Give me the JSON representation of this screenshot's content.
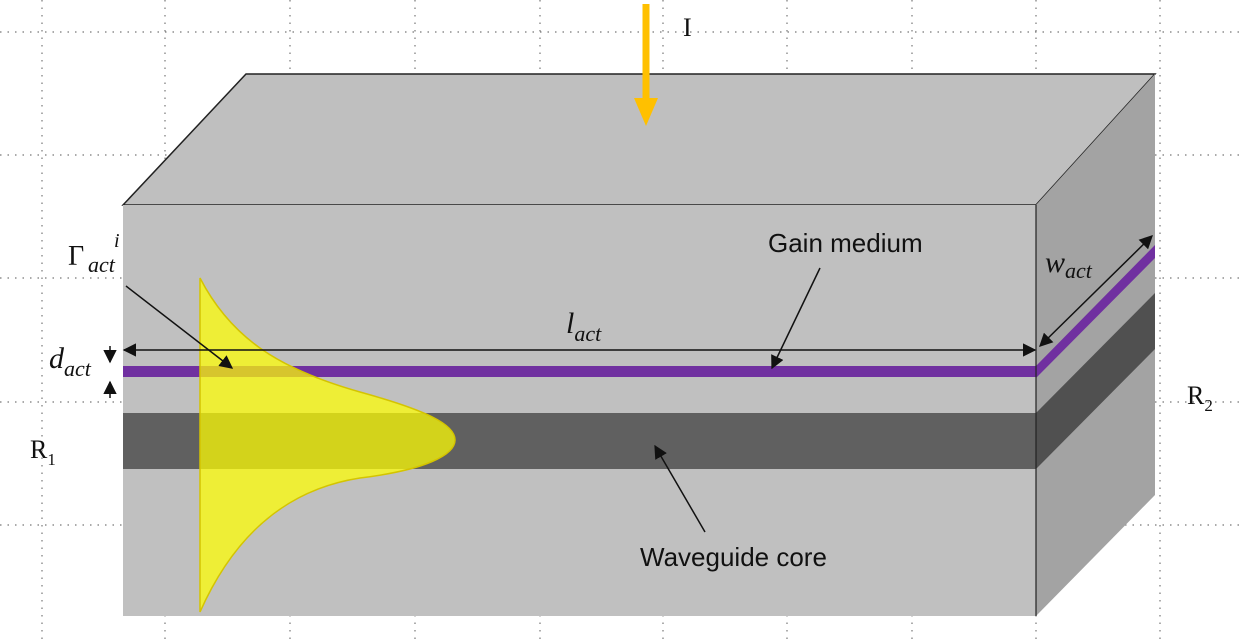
{
  "labels": {
    "current": "I",
    "gain_medium": "Gain medium",
    "waveguide_core": "Waveguide core",
    "length_main": "l",
    "length_sub": "act",
    "width_main": "w",
    "width_sub": "act",
    "thickness_main": "d",
    "thickness_sub": "act",
    "confinement_main": "Γ",
    "confinement_sub": "act",
    "confinement_sup": "i",
    "r1_main": "R",
    "r1_sub": "1",
    "r2_main": "R",
    "r2_sub": "2"
  },
  "colors": {
    "front_face": "#c0c0c0",
    "top_face": "#bfbfbf",
    "side_face": "#a3a3a3",
    "core": "#606060",
    "core_side": "#505050",
    "gain": "#7030a0",
    "mode_fill": "#ffff00",
    "arrow": "#ffc000",
    "grid": "#777777"
  }
}
